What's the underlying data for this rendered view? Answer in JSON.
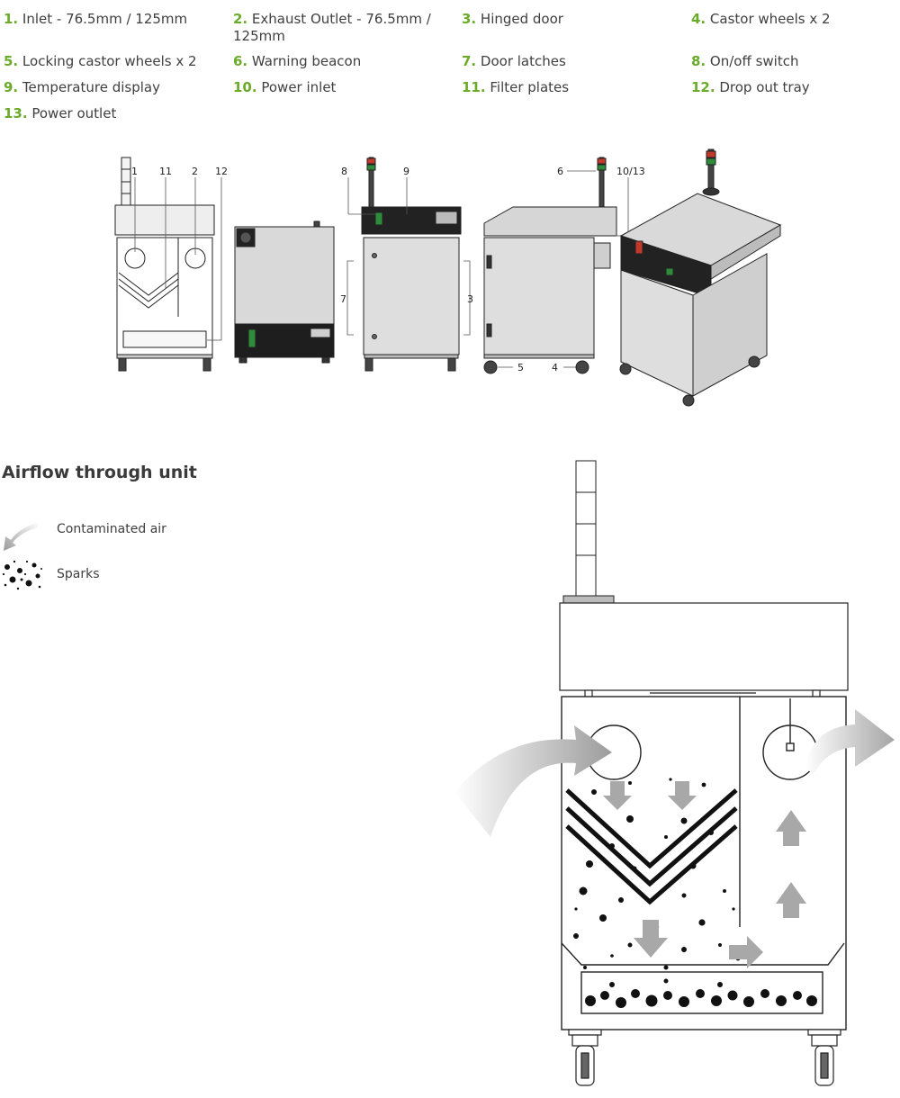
{
  "legend": [
    {
      "num": "1.",
      "text": "Inlet - 76.5mm / 125mm"
    },
    {
      "num": "2.",
      "text": "Exhaust Outlet - 76.5mm / 125mm"
    },
    {
      "num": "3.",
      "text": "Hinged door"
    },
    {
      "num": "4.",
      "text": "Castor wheels x 2"
    },
    {
      "num": "5.",
      "text": "Locking castor wheels x 2"
    },
    {
      "num": "6.",
      "text": "Warning beacon"
    },
    {
      "num": "7.",
      "text": "Door latches"
    },
    {
      "num": "8.",
      "text": "On/off switch"
    },
    {
      "num": "9.",
      "text": "Temperature display"
    },
    {
      "num": "10.",
      "text": "Power inlet"
    },
    {
      "num": "11.",
      "text": "Filter plates"
    },
    {
      "num": "12.",
      "text": "Drop out tray"
    },
    {
      "num": "13.",
      "text": "Power outlet"
    }
  ],
  "callouts": {
    "c1": "1",
    "c11": "11",
    "c2": "2",
    "c12": "12",
    "c8": "8",
    "c9": "9",
    "c7": "7",
    "c3": "3",
    "c6": "6",
    "c10_13": "10/13",
    "c5": "5",
    "c4": "4"
  },
  "airflow": {
    "heading": "Airflow through unit",
    "key_contaminated": "Contaminated air",
    "key_sparks": "Sparks"
  },
  "colors": {
    "accent_green": "#6aab2a",
    "panel_grey": "#dedede",
    "arrow_grey": "#a9a9a9",
    "beacon_red": "#c0392b",
    "beacon_green": "#2e8b3a"
  }
}
